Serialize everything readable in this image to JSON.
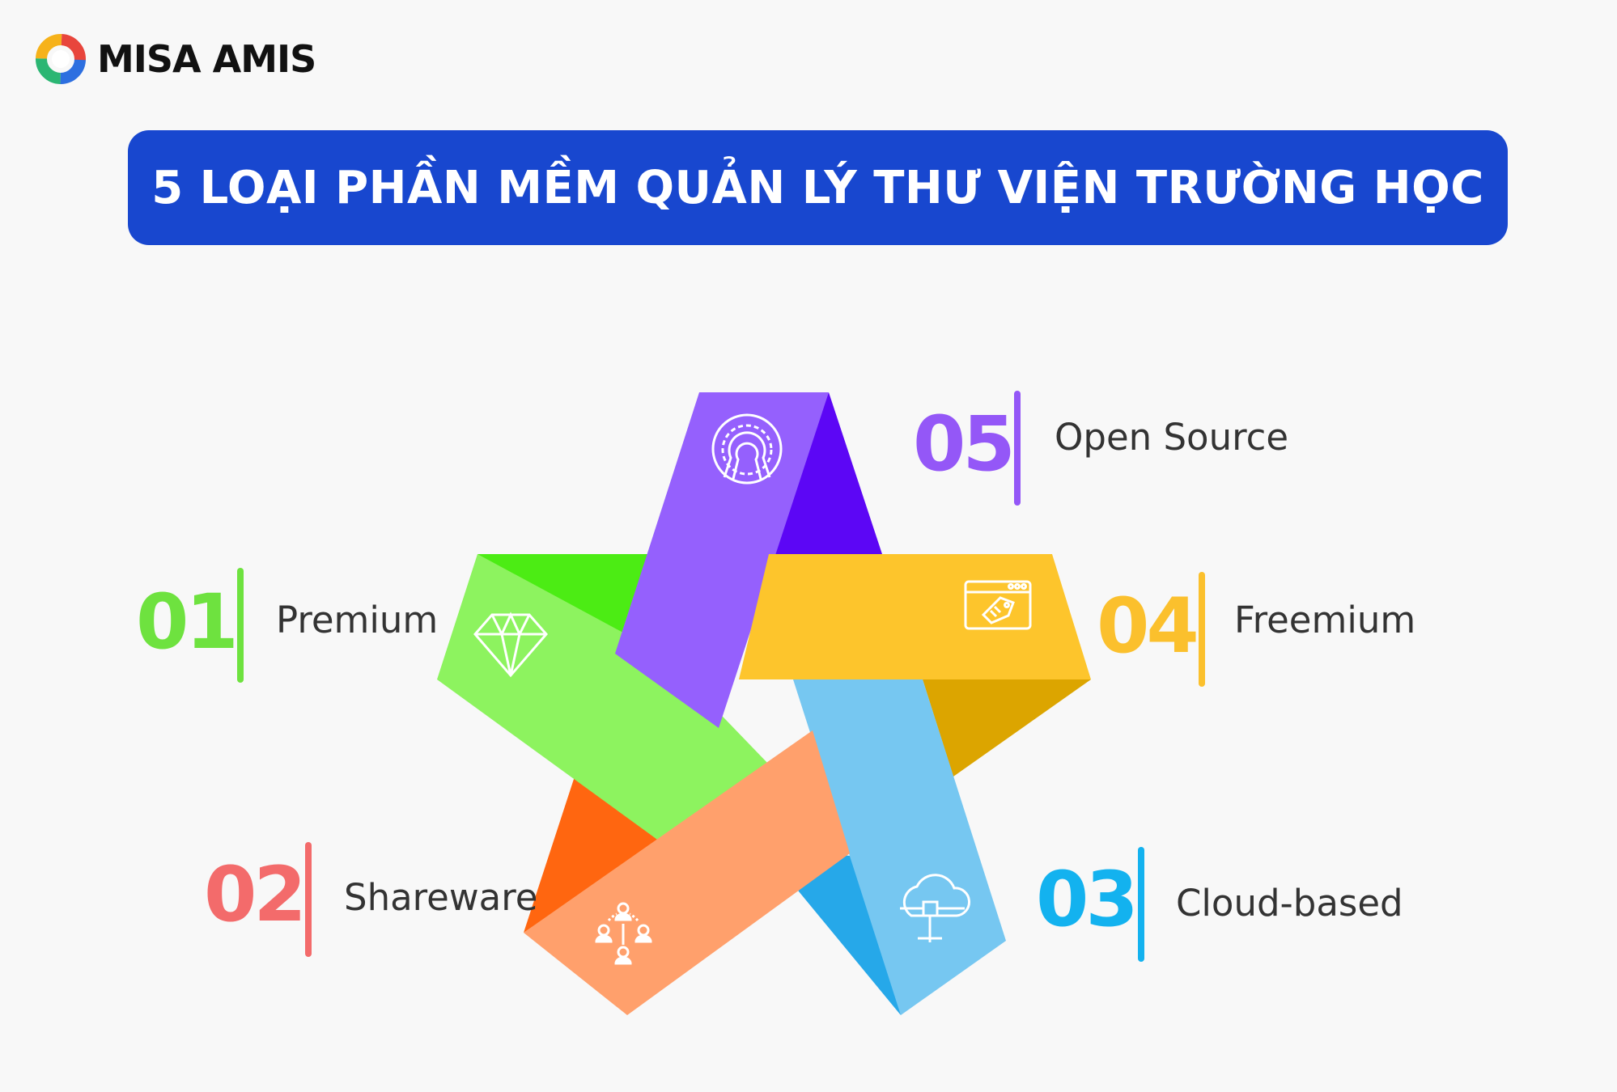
{
  "brand": {
    "name": "MISA AMIS",
    "icon": "misa-amis-logo-icon"
  },
  "title": "5 LOẠI PHẦN MỀM QUẢN LÝ THƯ VIỆN TRƯỜNG HỌC",
  "colors": {
    "title_bg": "#1847cf",
    "type1": "#6ee23f",
    "type2": "#f36b6b",
    "type3": "#13b2ef",
    "type4": "#fbc02d",
    "type5": "#9457f7"
  },
  "types": [
    {
      "number": "01",
      "label": "Premium",
      "icon": "diamond-icon"
    },
    {
      "number": "02",
      "label": "Shareware",
      "icon": "network-users-icon"
    },
    {
      "number": "03",
      "label": "Cloud-based",
      "icon": "cloud-server-icon"
    },
    {
      "number": "04",
      "label": "Freemium",
      "icon": "browser-price-tag-icon"
    },
    {
      "number": "05",
      "label": "Open Source",
      "icon": "open-source-icon"
    }
  ]
}
